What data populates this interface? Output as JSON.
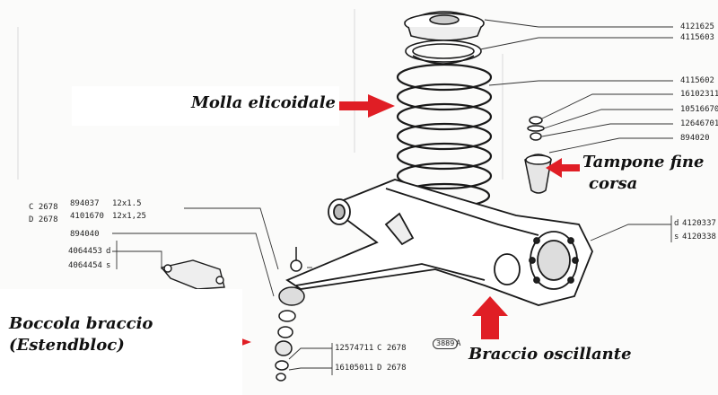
{
  "callouts": {
    "spring": "Molla elicoidale",
    "bump_stop_line1": "Tampone fine",
    "bump_stop_line2": "corsa",
    "bushing_line1": "Boccola braccio",
    "bushing_line2": "(Estendbloc)",
    "control_arm": "Braccio oscillante"
  },
  "part_numbers": {
    "top_right": [
      "4121625",
      "4115603",
      "4115602",
      "16102311",
      "10516670",
      "12646701",
      "894020"
    ],
    "arm_right": [
      {
        "side": "d",
        "code": "4120337"
      },
      {
        "side": "s",
        "code": "4120338"
      }
    ],
    "left_group": [
      {
        "prefix": "C 2678",
        "code": "894037",
        "spec": "12x1.5"
      },
      {
        "prefix": "D 2678",
        "code": "4101670",
        "spec": "12x1,25"
      }
    ],
    "left_single": "894040",
    "left_ds": [
      {
        "code": "4064453",
        "side": "d"
      },
      {
        "code": "4064454",
        "side": "s"
      }
    ],
    "bottom": [
      {
        "code": "12574711",
        "suffix": "C 2678"
      },
      {
        "code": "16105011",
        "suffix": "D 2678"
      }
    ],
    "figure_ref": "3889",
    "figure_ref_letter": "A"
  },
  "colors": {
    "arrow": "#e01e25",
    "line_art": "#1a1a1a"
  }
}
